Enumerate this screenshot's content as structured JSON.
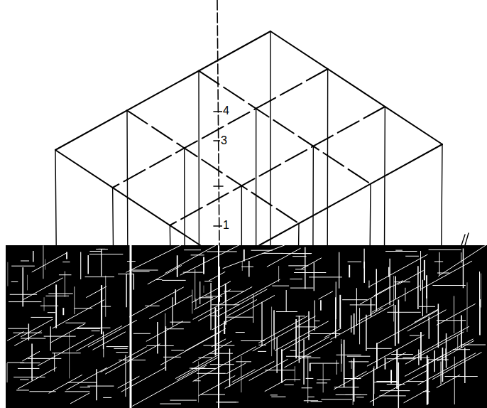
{
  "diagram": {
    "labels": [
      "4",
      "3",
      "1"
    ]
  }
}
